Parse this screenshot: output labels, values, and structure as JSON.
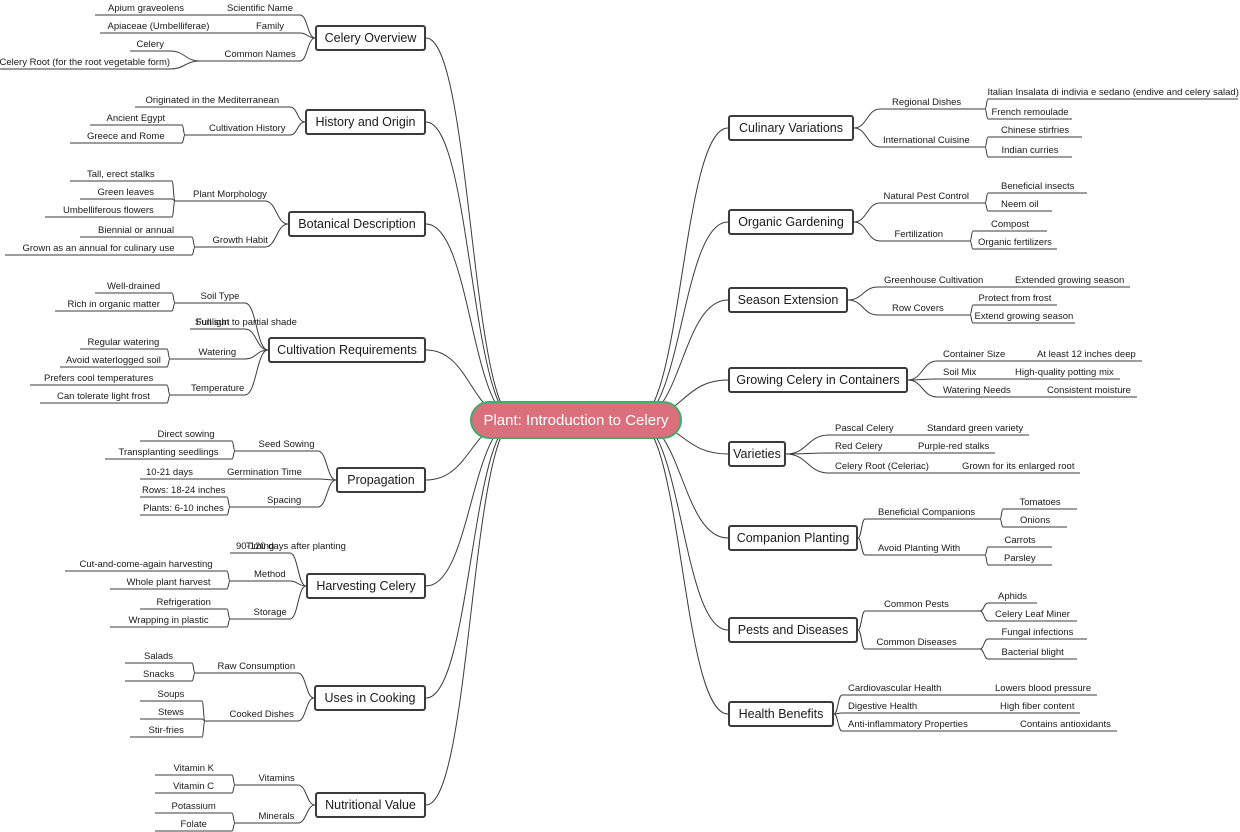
{
  "central": "Plant: Introduction to Celery",
  "left": [
    {
      "label": "Celery Overview",
      "children": [
        {
          "label": "Scientific Name",
          "children": [
            "Apium graveolens"
          ]
        },
        {
          "label": "Family",
          "children": [
            "Apiaceae (Umbelliferae)"
          ]
        },
        {
          "label": "Common Names",
          "children": [
            "Celery",
            "Celery Root (for the root vegetable form)"
          ]
        }
      ]
    },
    {
      "label": "History and Origin",
      "children": [
        {
          "label": "Originated in the Mediterranean",
          "children": []
        },
        {
          "label": "Cultivation History",
          "children": [
            "Ancient Egypt",
            "Greece and Rome"
          ]
        }
      ]
    },
    {
      "label": "Botanical Description",
      "children": [
        {
          "label": "Plant Morphology",
          "children": [
            "Tall, erect stalks",
            "Green leaves",
            "Umbelliferous flowers"
          ]
        },
        {
          "label": "Growth Habit",
          "children": [
            "Biennial or annual",
            "Grown as an annual for culinary use"
          ]
        }
      ]
    },
    {
      "label": "Cultivation Requirements",
      "children": [
        {
          "label": "Soil Type",
          "children": [
            "Well-drained",
            "Rich in organic matter"
          ]
        },
        {
          "label": "Sunlight",
          "children": [
            "Full sun to partial shade"
          ]
        },
        {
          "label": "Watering",
          "children": [
            "Regular watering",
            "Avoid waterlogged soil"
          ]
        },
        {
          "label": "Temperature",
          "children": [
            "Prefers cool temperatures",
            "Can tolerate light frost"
          ]
        }
      ]
    },
    {
      "label": "Propagation",
      "children": [
        {
          "label": "Seed Sowing",
          "children": [
            "Direct sowing",
            "Transplanting seedlings"
          ]
        },
        {
          "label": "Germination Time",
          "children": [
            "10-21 days"
          ]
        },
        {
          "label": "Spacing",
          "children": [
            "Rows: 18-24 inches",
            "Plants: 6-10 inches"
          ]
        }
      ]
    },
    {
      "label": "Harvesting Celery",
      "children": [
        {
          "label": "Timing",
          "children": [
            "90-120 days after planting"
          ]
        },
        {
          "label": "Method",
          "children": [
            "Cut-and-come-again harvesting",
            "Whole plant harvest"
          ]
        },
        {
          "label": "Storage",
          "children": [
            "Refrigeration",
            "Wrapping in plastic"
          ]
        }
      ]
    },
    {
      "label": "Uses in Cooking",
      "children": [
        {
          "label": "Raw Consumption",
          "children": [
            "Salads",
            "Snacks"
          ]
        },
        {
          "label": "Cooked Dishes",
          "children": [
            "Soups",
            "Stews",
            "Stir-fries"
          ]
        }
      ]
    },
    {
      "label": "Nutritional Value",
      "children": [
        {
          "label": "Vitamins",
          "children": [
            "Vitamin K",
            "Vitamin C"
          ]
        },
        {
          "label": "Minerals",
          "children": [
            "Potassium",
            "Folate"
          ]
        }
      ]
    }
  ],
  "right": [
    {
      "label": "Culinary Variations",
      "children": [
        {
          "label": "Regional Dishes",
          "children": [
            "Italian Insalata di indivia e sedano (endive and celery salad)",
            "French remoulade"
          ]
        },
        {
          "label": "International Cuisine",
          "children": [
            "Chinese stirfries",
            "Indian curries"
          ]
        }
      ]
    },
    {
      "label": "Organic Gardening",
      "children": [
        {
          "label": "Natural Pest Control",
          "children": [
            "Beneficial insects",
            "Neem oil"
          ]
        },
        {
          "label": "Fertilization",
          "children": [
            "Compost",
            "Organic fertilizers"
          ]
        }
      ]
    },
    {
      "label": "Season Extension",
      "children": [
        {
          "label": "Greenhouse Cultivation",
          "children": [
            "Extended growing season"
          ]
        },
        {
          "label": "Row Covers",
          "children": [
            "Protect from frost",
            "Extend growing season"
          ]
        }
      ]
    },
    {
      "label": "Growing Celery in Containers",
      "children": [
        {
          "label": "Container Size",
          "children": [
            "At least 12 inches deep"
          ]
        },
        {
          "label": "Soil Mix",
          "children": [
            "High-quality potting mix"
          ]
        },
        {
          "label": "Watering Needs",
          "children": [
            "Consistent moisture"
          ]
        }
      ]
    },
    {
      "label": "Varieties",
      "children": [
        {
          "label": "Pascal Celery",
          "children": [
            "Standard green variety"
          ]
        },
        {
          "label": "Red Celery",
          "children": [
            "Purple-red stalks"
          ]
        },
        {
          "label": "Celery Root (Celeriac)",
          "children": [
            "Grown for its enlarged root"
          ]
        }
      ]
    },
    {
      "label": "Companion Planting",
      "children": [
        {
          "label": "Beneficial Companions",
          "children": [
            "Tomatoes",
            "Onions"
          ]
        },
        {
          "label": "Avoid Planting With",
          "children": [
            "Carrots",
            "Parsley"
          ]
        }
      ]
    },
    {
      "label": "Pests and Diseases",
      "children": [
        {
          "label": "Common Pests",
          "children": [
            "Aphids",
            "Celery Leaf Miner"
          ]
        },
        {
          "label": "Common Diseases",
          "children": [
            "Fungal infections",
            "Bacterial blight"
          ]
        }
      ]
    },
    {
      "label": "Health Benefits",
      "children": [
        {
          "label": "Cardiovascular Health",
          "children": [
            "Lowers blood pressure"
          ]
        },
        {
          "label": "Digestive Health",
          "children": [
            "High fiber content"
          ]
        },
        {
          "label": "Anti-inflammatory Properties",
          "children": [
            "Contains antioxidants"
          ]
        }
      ]
    }
  ]
}
